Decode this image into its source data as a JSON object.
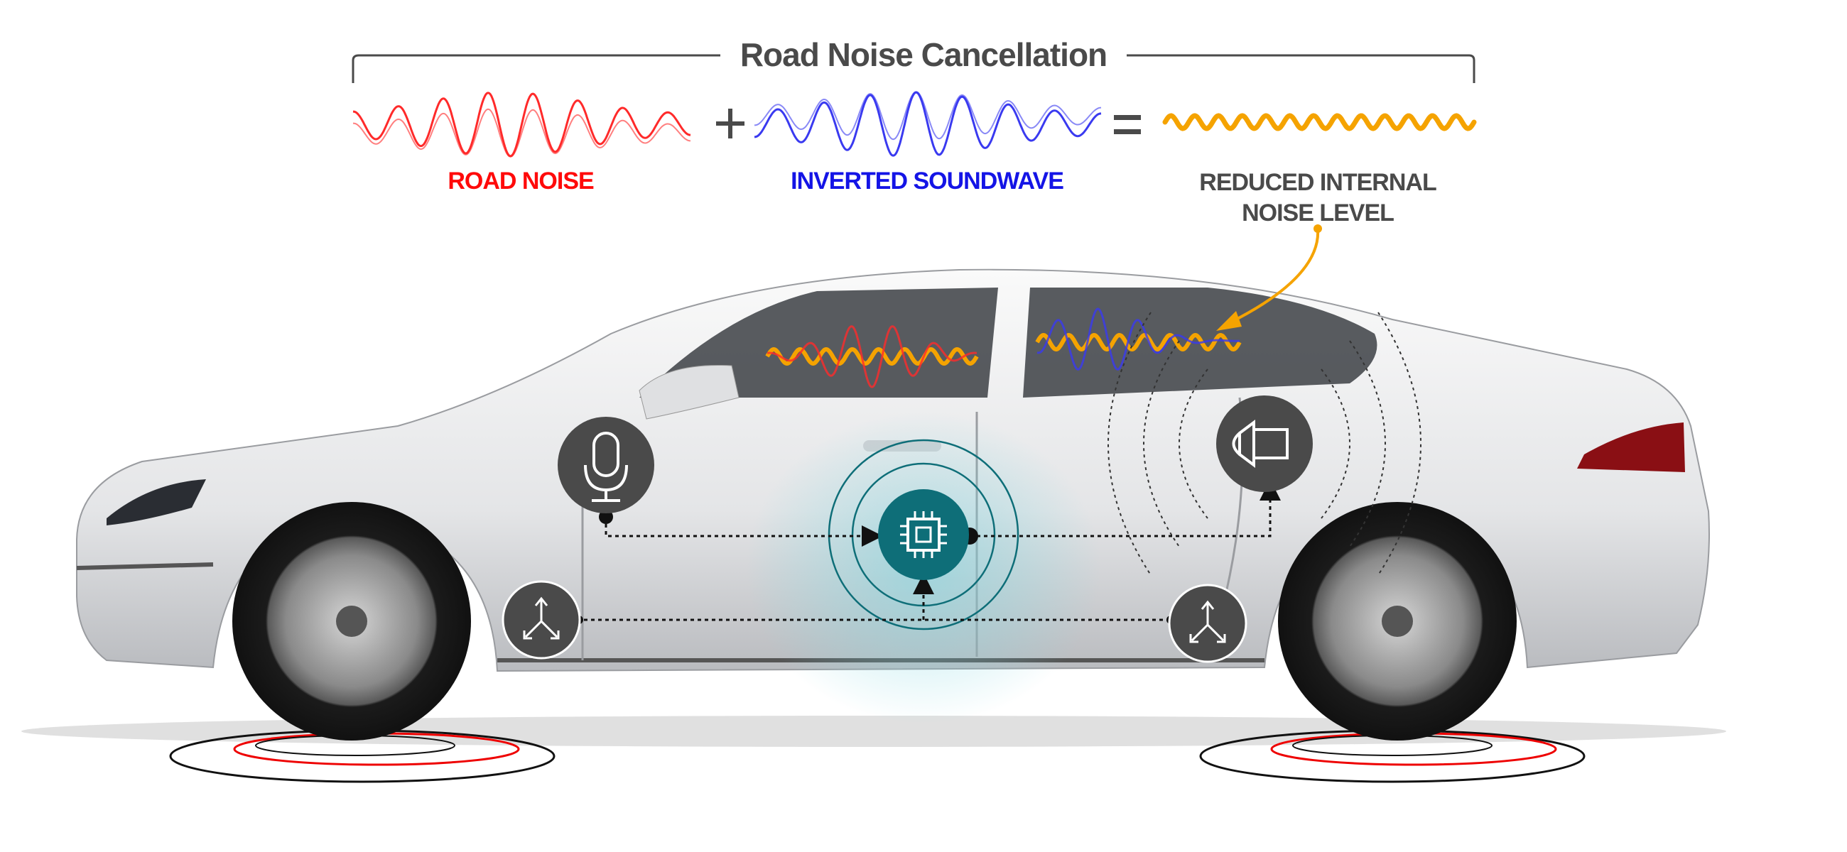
{
  "title": "Road Noise Cancellation",
  "labels": {
    "road_noise": "ROAD NOISE",
    "inverted": "INVERTED SOUNDWAVE",
    "reduced_line1": "REDUCED INTERNAL",
    "reduced_line2": "NOISE LEVEL"
  },
  "operators": {
    "plus": "+",
    "equals": "="
  },
  "colors": {
    "road_noise": "#ff1a1a",
    "inverted": "#2a2af0",
    "reduced": "#f5a300",
    "chip": "#0e6e78",
    "icon_bg": "#4a4a4a",
    "text": "#4a4a4a"
  },
  "icons": [
    "microphone-icon",
    "processor-chip-icon",
    "speaker-icon",
    "accelerometer-sensor-icon"
  ]
}
